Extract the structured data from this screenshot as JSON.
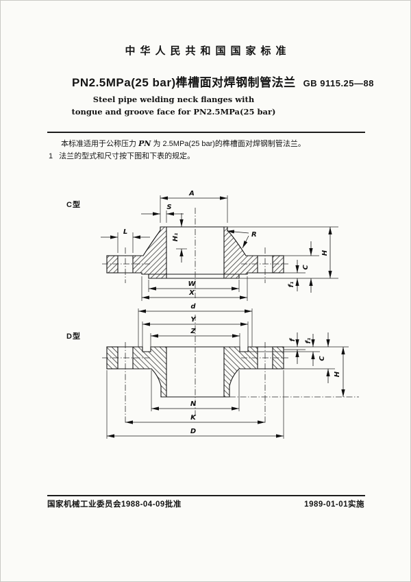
{
  "header": {
    "standard_org": "中华人民共和国国家标准",
    "title_cn": "PN2.5MPa(25 bar)榫槽面对焊钢制管法兰",
    "standard_no": "GB 9115.25—88",
    "title_en_line1": "Steel pipe welding neck flanges with",
    "title_en_line2": "tongue and groove face for PN2.5MPa(25 bar)"
  },
  "intro": {
    "scope_pre": "本标准适用于公称压力 ",
    "scope_var": "PN",
    "scope_post": " 为 2.5MPa(25 bar)的榫槽面对焊钢制管法兰。",
    "clause_no": "1",
    "clause_text": "法兰的型式和尺寸按下图和下表的规定。"
  },
  "figures": {
    "type_c": {
      "label": "C型",
      "dims": {
        "A": "A",
        "S": "S",
        "H1": "H₁",
        "L": "L",
        "R": "R",
        "W": "W",
        "X": "X",
        "f1": "f₁",
        "C": "C",
        "H": "H"
      }
    },
    "type_d": {
      "label": "D型",
      "dims": {
        "d": "d",
        "Y": "Y",
        "Z": "Z",
        "N": "N",
        "K": "K",
        "D": "D",
        "f": "f",
        "f1": "f₁",
        "C": "C",
        "H": "H"
      }
    }
  },
  "footer": {
    "approval": "国家机械工业委员会1988-04-09批准",
    "implementation": "1989-01-01实施"
  }
}
